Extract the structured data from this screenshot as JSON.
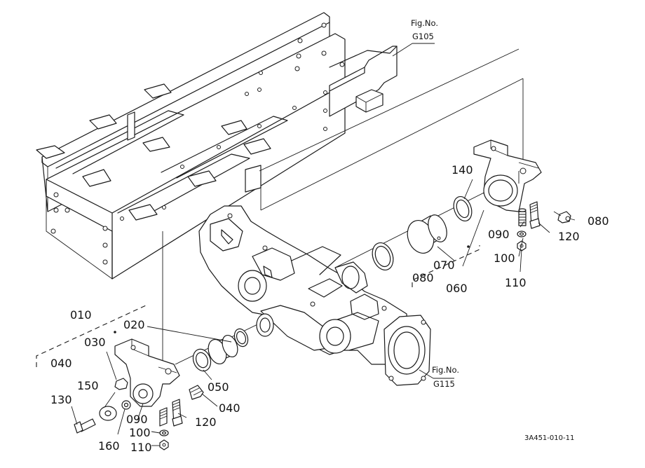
{
  "labels": {
    "fig_top": "Fig.No.",
    "fig_top_code": "G105",
    "fig_bottom": "Fig.No.",
    "fig_bottom_code": "G115",
    "p010": "010",
    "p020": "020",
    "p030": "030",
    "p040_box": "040",
    "p040": "040",
    "p050": "050",
    "p060": "060",
    "p070": "070",
    "p080_box": "080",
    "p080": "080",
    "p090_left": "090",
    "p090_right": "090",
    "p100_left": "100",
    "p100_right": "100",
    "p110_left": "110",
    "p110_right": "110",
    "p120_left": "120",
    "p120_right": "120",
    "p130": "130",
    "p140": "140",
    "p150": "150",
    "p160": "160",
    "drawing_code": "3A451-010-11"
  }
}
